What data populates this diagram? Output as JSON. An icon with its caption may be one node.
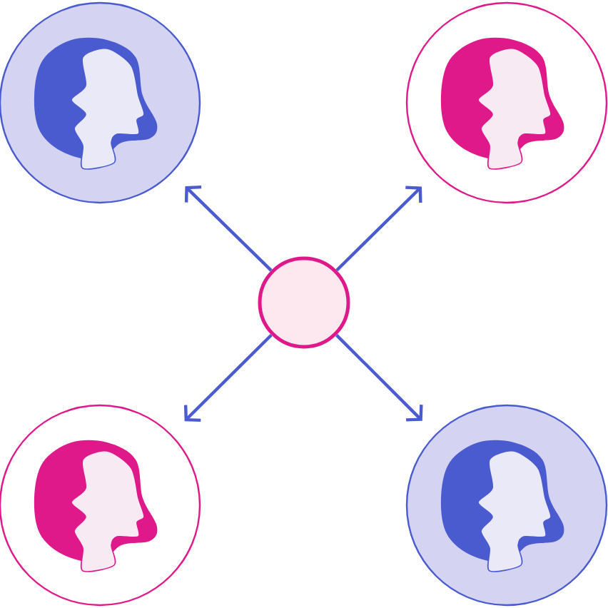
{
  "diagram": {
    "nodes": [
      {
        "text": [],
        "shape": "circle"
      },
      {
        "text": [],
        "shape": "circle"
      },
      {
        "text": [],
        "shape": "circle"
      },
      {
        "text": [],
        "shape": "circle"
      },
      {
        "text": [],
        "shape": "circle"
      }
    ],
    "edges": [
      {
        "from": 2,
        "to": 0,
        "arrow": "to"
      },
      {
        "from": 2,
        "to": 1,
        "arrow": "to"
      },
      {
        "from": 2,
        "to": 3,
        "arrow": "to"
      },
      {
        "from": 2,
        "to": 4,
        "arrow": "to"
      }
    ]
  }
}
